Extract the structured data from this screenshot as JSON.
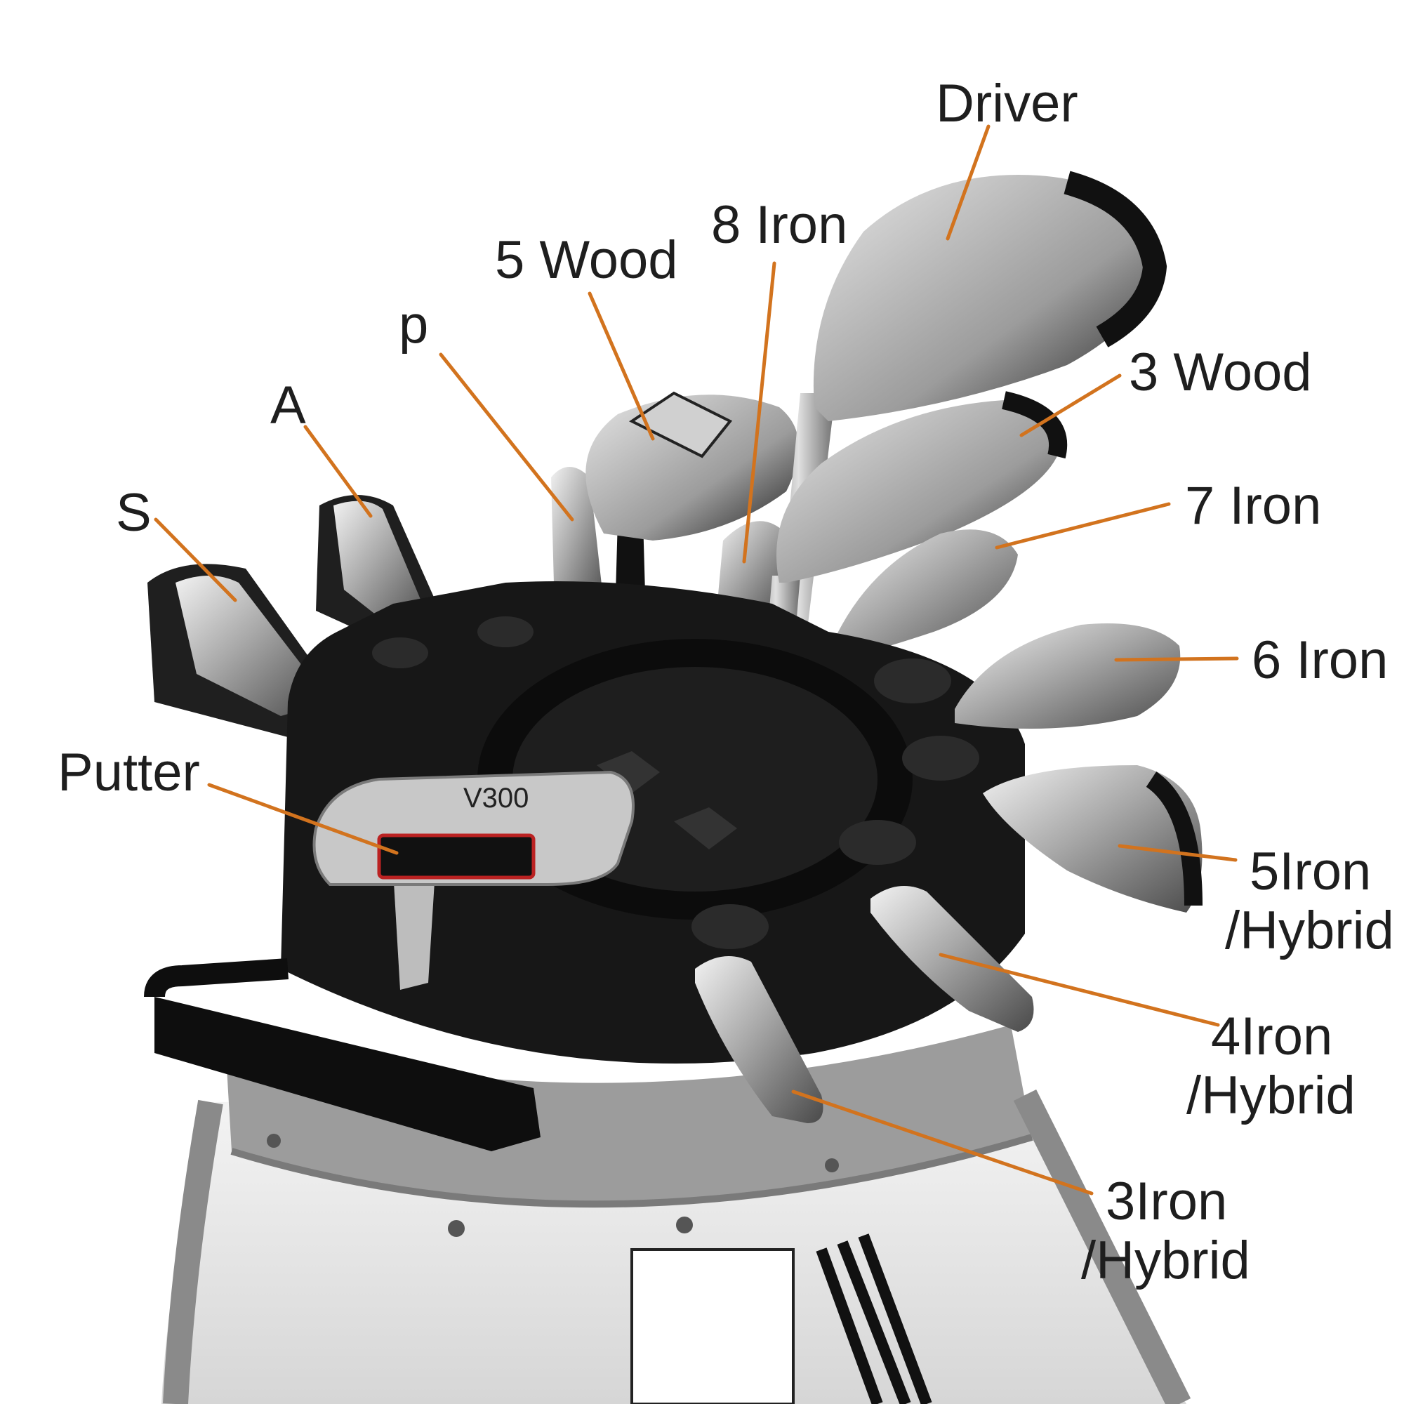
{
  "labels": {
    "driver": "Driver",
    "iron8": "8 Iron",
    "wood5": "5 Wood",
    "p": "p",
    "a": "A",
    "s": "S",
    "wood3": "3 Wood",
    "iron7": "7 Iron",
    "iron6": "6 Iron",
    "putter": "Putter",
    "iron5_line1": "5Iron",
    "iron5_line2": "/Hybrid",
    "iron4_line1": "4Iron",
    "iron4_line2": "/Hybrid",
    "iron3_line1": "3Iron",
    "iron3_line2": "/Hybrid"
  },
  "putter_text": "V300",
  "colors": {
    "leader_line": "#d2731e",
    "label_text": "#1e1e1e",
    "organizer": "#161616",
    "club_metal": "#a8a8a8",
    "bag_gray": "#9a9a9a",
    "bag_white": "#f0f0f0"
  }
}
